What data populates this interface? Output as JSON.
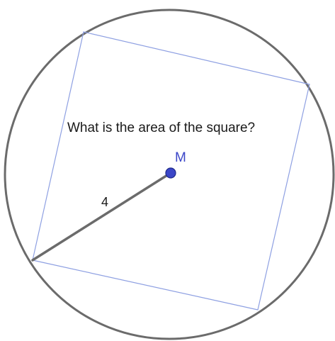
{
  "question": "What is the area of the square?",
  "center_point_label": "M",
  "radius_label": "4",
  "colors": {
    "circle": "#6b6b6b",
    "square": "#8ea0e2",
    "radius": "#6b6b6b",
    "center_point": "#3b46c8",
    "center_label": "#3b46c8",
    "text": "#1a1a1a"
  }
}
